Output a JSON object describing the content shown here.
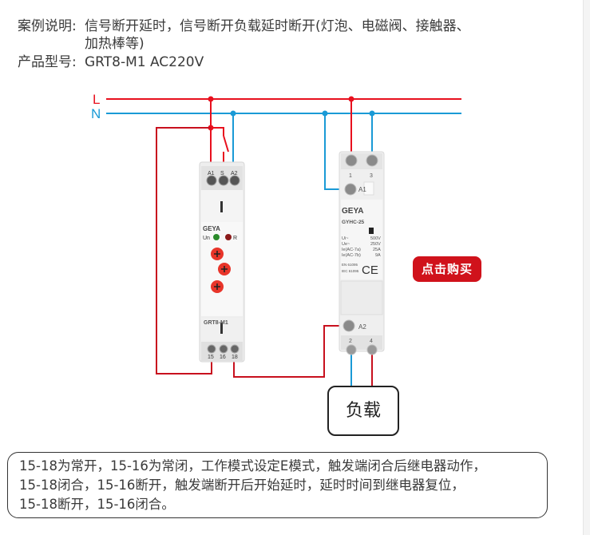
{
  "header": {
    "case_label": "案例说明:",
    "case_text_line1": "信号断开延时，信号断开负载延时断开(灯泡、电磁阀、接触器、",
    "case_text_line2": "加热棒等)",
    "model_label": "产品型号:",
    "model_value": "GRT8-M1 AC220V"
  },
  "diagram": {
    "line_L": "L",
    "line_N": "N",
    "relay": {
      "brand": "GEYA",
      "model": "GRT8-M1",
      "top_terminals": [
        "A1",
        "S",
        "A2"
      ],
      "bottom_terminals": [
        "15",
        "16",
        "18"
      ],
      "led_labels": [
        "Un",
        "R"
      ],
      "dial_count": 3
    },
    "contactor": {
      "brand": "GEYA",
      "model": "GYHC-25",
      "top_terminals": [
        "1",
        "3"
      ],
      "coil_top": "A1",
      "coil_bottom": "A2",
      "bottom_terminals": [
        "2",
        "4"
      ],
      "specs": [
        {
          "label": "Ui~",
          "value": "500V"
        },
        {
          "label": "Ue~",
          "value": "250V"
        },
        {
          "label": "Ie(AC-7a)",
          "value": "25A"
        },
        {
          "label": "Ie(AC-7b)",
          "value": "9A"
        }
      ],
      "standards": [
        "EN 61095",
        "IEC 61095"
      ],
      "mark": "CE"
    },
    "load_label": "负载"
  },
  "buy_button": {
    "label": "点击购买"
  },
  "description": {
    "lines": [
      "15-18为常开，15-16为常闭，工作模式设定E模式，触发端闭合后继电器动作，",
      "15-18闭合，15-16断开，触发端断开后开始延时，延时时间到继电器复位，",
      "15-18断开，15-16闭合。"
    ]
  },
  "colors": {
    "live": "#e8101e",
    "neutral": "#1a9ad6",
    "button": "#d0121b",
    "dial": "#e8352a"
  }
}
